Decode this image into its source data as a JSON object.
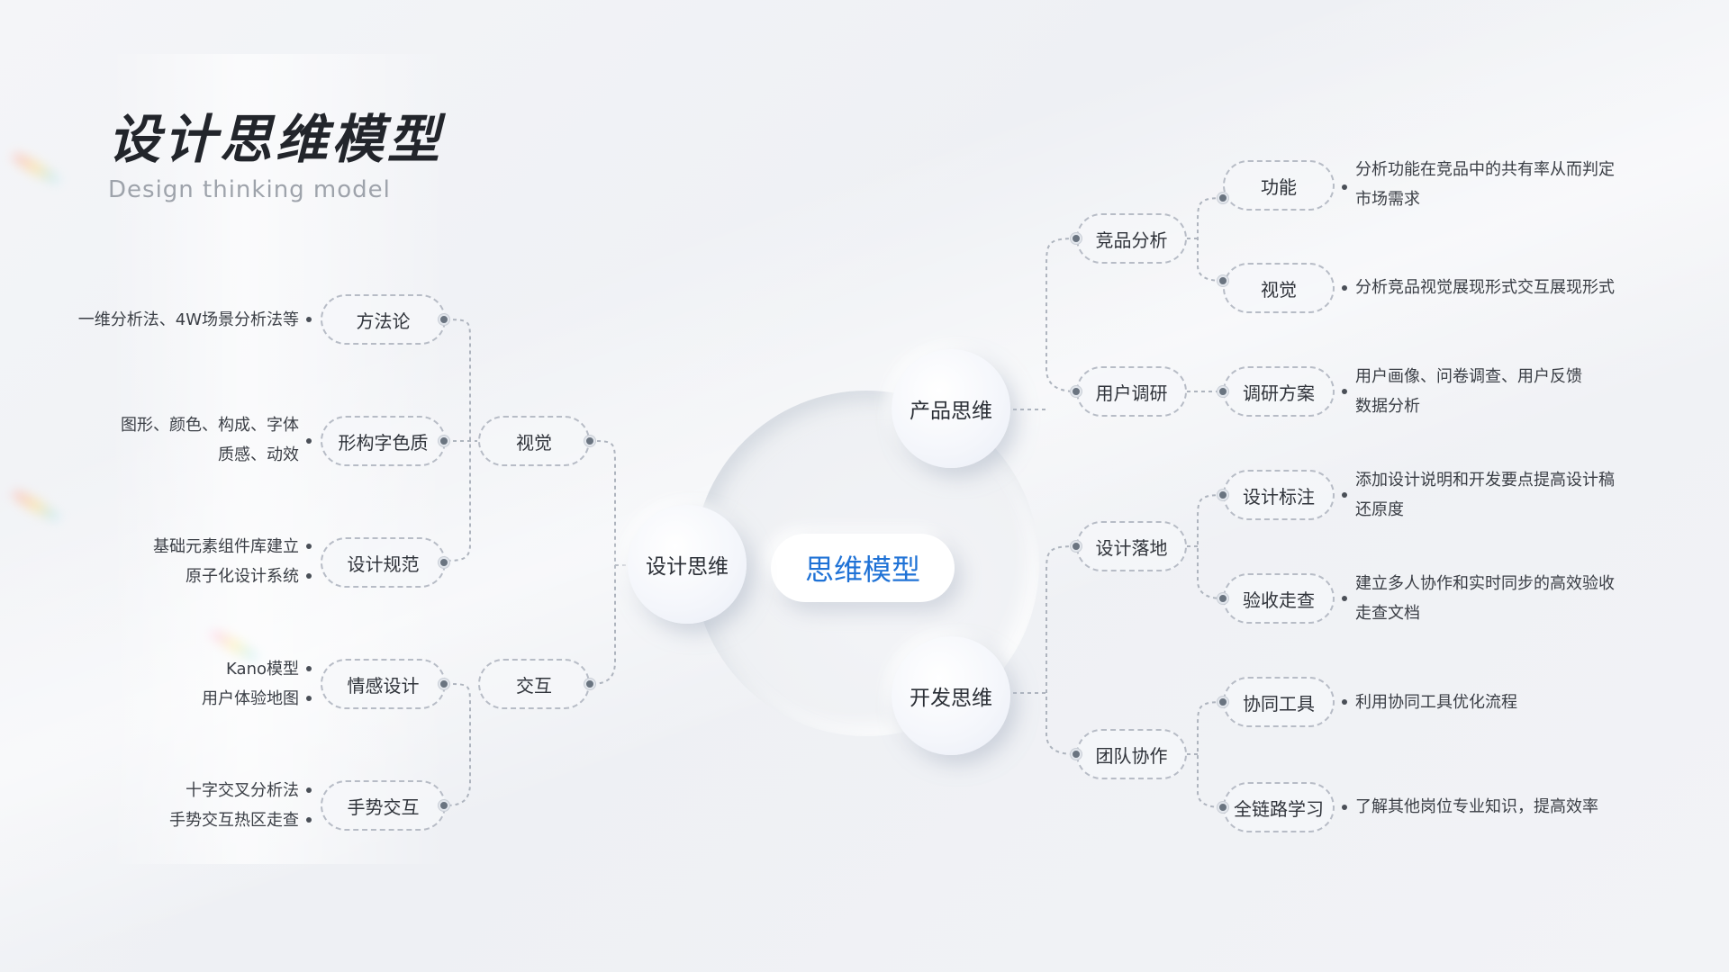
{
  "header": {
    "title": "设计思维模型",
    "subtitle": "Design thinking model"
  },
  "center": {
    "label": "思维模型"
  },
  "branches": {
    "design": "设计思维",
    "product": "产品思维",
    "dev": "开发思维"
  },
  "left": {
    "visual": "视觉",
    "interaction": "交互",
    "methodology": {
      "label": "方法论",
      "lines": [
        "一维分析法、4W场景分析法等"
      ]
    },
    "form_color": {
      "label": "形构字色质",
      "lines": [
        "图形、颜色、构成、字体",
        "质感、动效"
      ]
    },
    "design_spec": {
      "label": "设计规范",
      "lines": [
        "基础元素组件库建立",
        "原子化设计系统"
      ]
    },
    "emotional": {
      "label": "情感设计",
      "lines": [
        "Kano模型",
        "用户体验地图"
      ]
    },
    "gesture": {
      "label": "手势交互",
      "lines": [
        "十字交叉分析法",
        "手势交互热区走查"
      ]
    }
  },
  "right": {
    "competitive": "竞品分析",
    "user_research": "用户调研",
    "design_landing": "设计落地",
    "teamwork": "团队协作",
    "function": {
      "label": "功能",
      "lines": [
        "分析功能在竞品中的共有率从而判定",
        "市场需求"
      ]
    },
    "visual": {
      "label": "视觉",
      "lines": [
        "分析竞品视觉展现形式交互展现形式"
      ]
    },
    "research_plan": {
      "label": "调研方案",
      "lines": [
        "用户画像、问卷调查、用户反馈",
        "数据分析"
      ]
    },
    "annotation": {
      "label": "设计标注",
      "lines": [
        "添加设计说明和开发要点提高设计稿",
        "还原度"
      ]
    },
    "acceptance": {
      "label": "验收走查",
      "lines": [
        "建立多人协作和实时同步的高效验收",
        "走查文档"
      ]
    },
    "collab_tools": {
      "label": "协同工具",
      "lines": [
        "利用协同工具优化流程"
      ]
    },
    "full_chain": {
      "label": "全链路学习",
      "lines": [
        "了解其他岗位专业知识，提高效率"
      ]
    }
  }
}
